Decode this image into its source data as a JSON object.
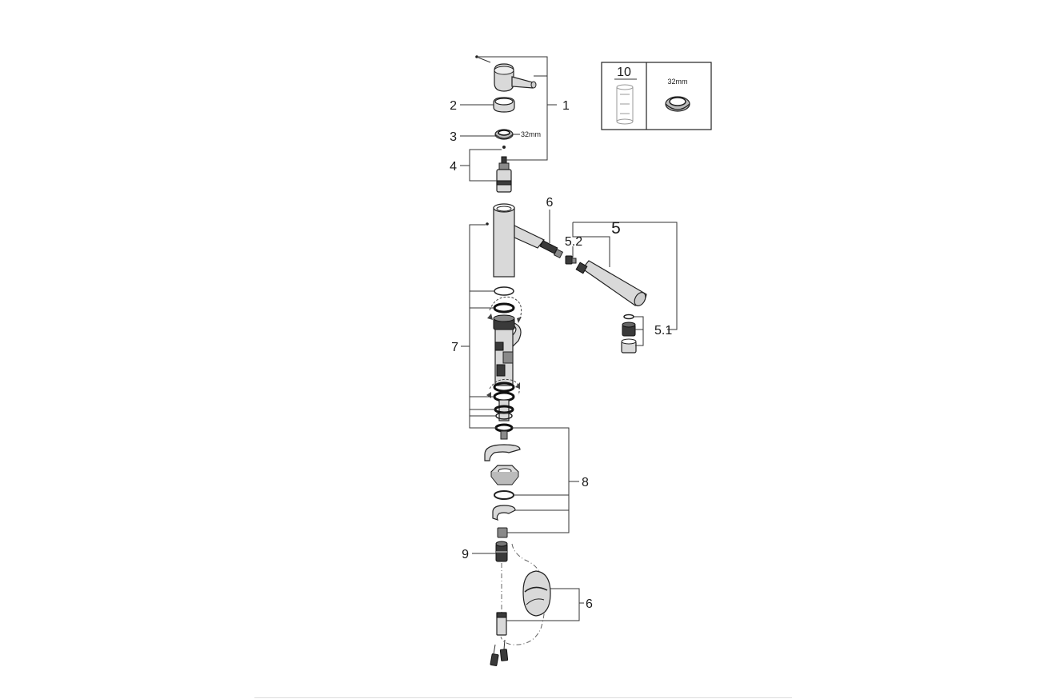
{
  "labels": {
    "p1": "1",
    "p2": "2",
    "p3": "3",
    "p3_size": "32mm",
    "p4": "4",
    "p5": "5",
    "p5_1": "5.1",
    "p5_2": "5.2",
    "p6_top": "6",
    "p6_bottom": "6",
    "p7": "7",
    "p8": "8",
    "p9": "9"
  },
  "inset": {
    "item_number": "10",
    "ring_size": "32mm"
  },
  "colors": {
    "line": "#222222",
    "chrome": "#d9d9d9",
    "dark": "#3a3a3a",
    "background": "#ffffff"
  }
}
